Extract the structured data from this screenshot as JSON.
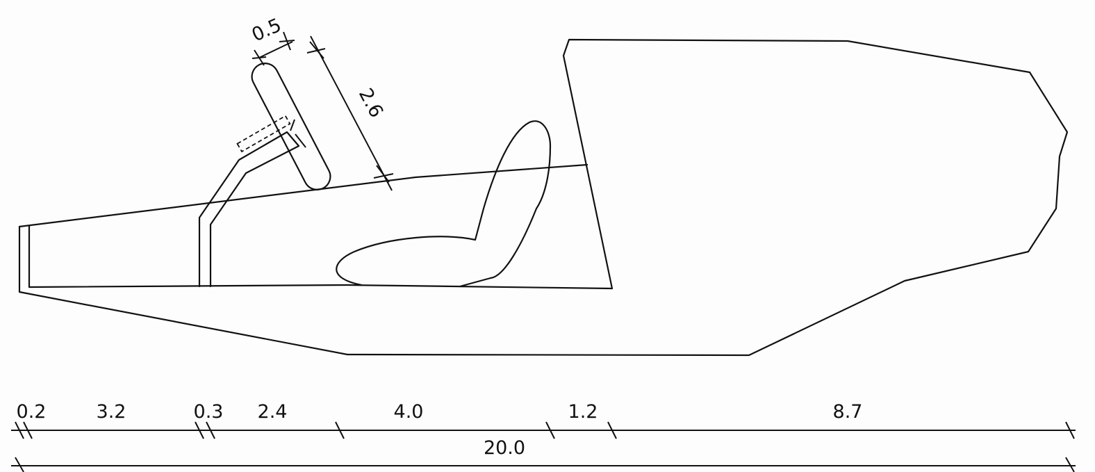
{
  "segment_dimensions": [
    "0.2",
    "3.2",
    "0.3",
    "2.4",
    "4.0",
    "1.2",
    "8.7"
  ],
  "total_dimension": "20.0",
  "wheel_width_dimension": "0.5",
  "wheel_length_dimension": "2.6",
  "stroke_color": "#111111",
  "background_color": "#fdfdfd"
}
